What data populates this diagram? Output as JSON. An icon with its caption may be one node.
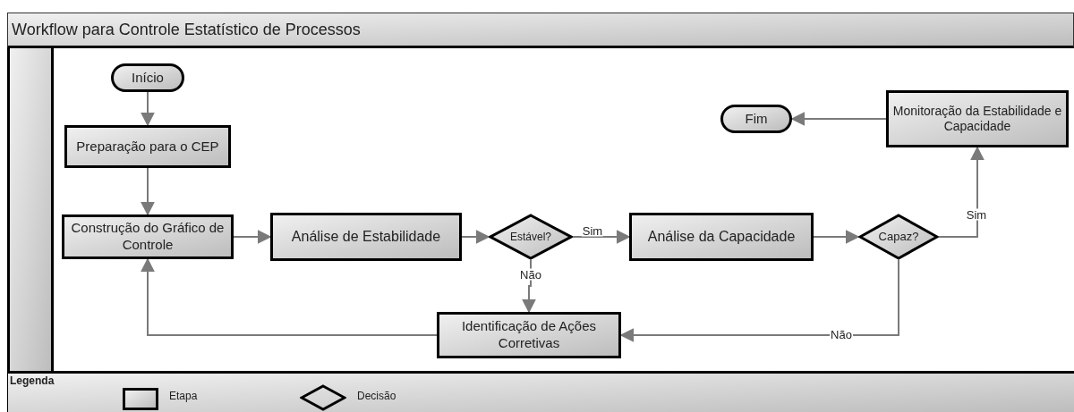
{
  "diagram": {
    "title": "Workflow para Controle Estatístico de Processos",
    "nodes": [
      {
        "text": [
          "Início"
        ]
      },
      {
        "text": [
          "Preparação para o CEP"
        ]
      },
      {
        "text": [
          "Construção do Gráfico de Controle"
        ]
      },
      {
        "text": [
          "Análise de Estabilidade"
        ]
      },
      {
        "text": [
          "Estável?"
        ]
      },
      {
        "text": [
          "Análise da Capacidade"
        ]
      },
      {
        "text": [
          "Capaz?"
        ]
      },
      {
        "text": [
          "Monitoração da Estabilidade e Capacidade"
        ]
      },
      {
        "text": [
          "Fim"
        ]
      },
      {
        "text": [
          "Identificação de Ações Corretivas"
        ]
      }
    ],
    "edges": [
      {
        "from": 0,
        "to": 1,
        "arrow": "to"
      },
      {
        "from": 1,
        "to": 2,
        "arrow": "to"
      },
      {
        "from": 2,
        "to": 3,
        "arrow": "to"
      },
      {
        "from": 3,
        "to": 4,
        "arrow": "to"
      },
      {
        "from": 4,
        "to": 5,
        "arrow": "to",
        "label": "Sim"
      },
      {
        "from": 4,
        "to": 9,
        "arrow": "to",
        "label": "Não"
      },
      {
        "from": 5,
        "to": 6,
        "arrow": "to"
      },
      {
        "from": 6,
        "to": 7,
        "arrow": "to",
        "label": "Sim"
      },
      {
        "from": 6,
        "to": 9,
        "arrow": "to",
        "label": "Não"
      },
      {
        "from": 7,
        "to": 8,
        "arrow": "to"
      },
      {
        "from": 9,
        "to": 2,
        "arrow": "to"
      }
    ],
    "labels": [
      "Legenda"
    ],
    "legend": [
      {
        "text": "Etapa"
      },
      {
        "text": "Decisão"
      }
    ]
  }
}
